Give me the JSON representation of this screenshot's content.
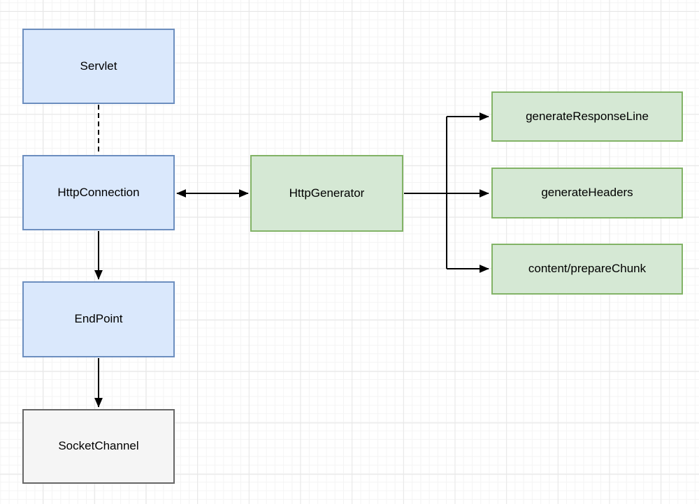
{
  "diagram": {
    "type": "flowchart",
    "nodes": {
      "servlet": {
        "label": "Servlet",
        "fill": "#dae8fc",
        "border": "#6c8ebf"
      },
      "http_connection": {
        "label": "HttpConnection",
        "fill": "#dae8fc",
        "border": "#6c8ebf"
      },
      "end_point": {
        "label": "EndPoint",
        "fill": "#dae8fc",
        "border": "#6c8ebf"
      },
      "socket_channel": {
        "label": "SocketChannel",
        "fill": "#f5f5f5",
        "border": "#666666"
      },
      "http_generator": {
        "label": "HttpGenerator",
        "fill": "#d5e8d4",
        "border": "#82b366"
      },
      "generate_response_line": {
        "label": "generateResponseLine",
        "fill": "#d5e8d4",
        "border": "#82b366"
      },
      "generate_headers": {
        "label": "generateHeaders",
        "fill": "#d5e8d4",
        "border": "#82b366"
      },
      "content_prepare_chunk": {
        "label": "content/prepareChunk",
        "fill": "#d5e8d4",
        "border": "#82b366"
      }
    },
    "edges": [
      {
        "from": "servlet",
        "to": "http_connection",
        "style": "dashed",
        "arrows": "none"
      },
      {
        "from": "http_connection",
        "to": "http_generator",
        "style": "solid",
        "arrows": "both"
      },
      {
        "from": "http_connection",
        "to": "end_point",
        "style": "solid",
        "arrows": "end"
      },
      {
        "from": "end_point",
        "to": "socket_channel",
        "style": "solid",
        "arrows": "end"
      },
      {
        "from": "http_generator",
        "to": "generate_response_line",
        "style": "solid",
        "arrows": "end"
      },
      {
        "from": "http_generator",
        "to": "generate_headers",
        "style": "solid",
        "arrows": "end"
      },
      {
        "from": "http_generator",
        "to": "content_prepare_chunk",
        "style": "solid",
        "arrows": "end"
      }
    ],
    "canvas": {
      "background": "#ffffff",
      "grid_minor_color": "#f4f4f4",
      "grid_major_color": "#e7e7e7",
      "edge_color": "#000000",
      "text_color": "#000000"
    }
  }
}
